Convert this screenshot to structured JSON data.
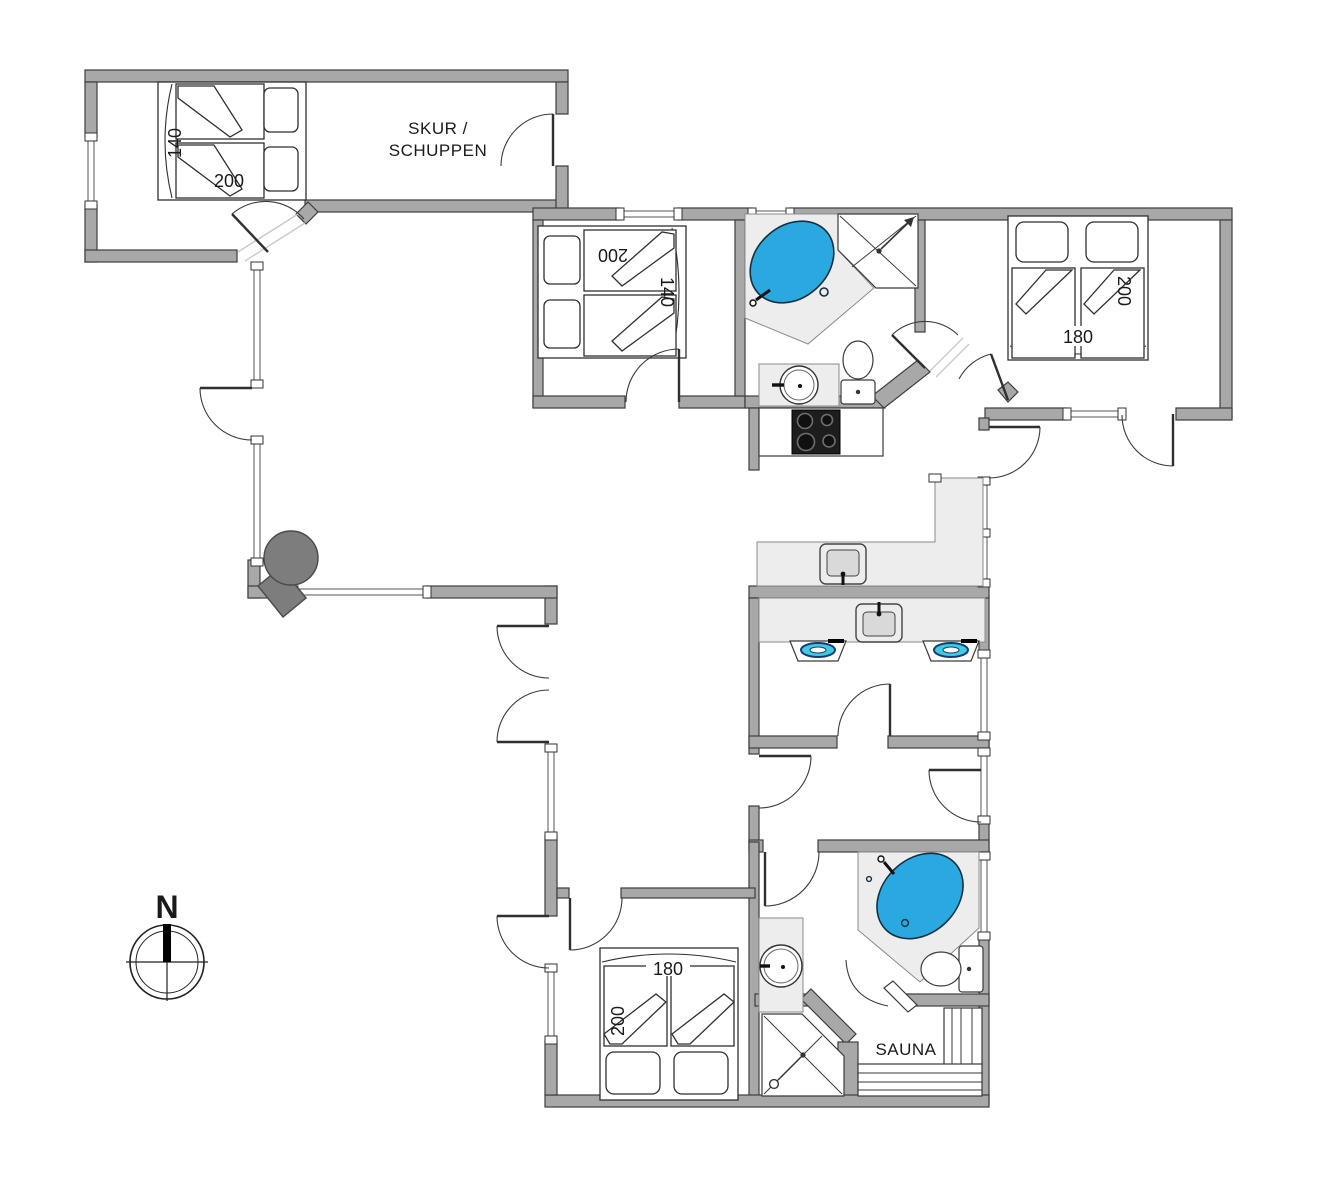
{
  "plan": {
    "compass": {
      "north_label": "N"
    },
    "colors": {
      "wall": "#a8a8a8",
      "wall_outline": "#3d3d3d",
      "fixture_gray": "#ededed",
      "tub_blue": "#2aa9e0",
      "appliance_teal": "#3ecbe0",
      "appliance_ring": "#1b3a74",
      "cooktop_black": "#1d1d1d",
      "wood_stove_gray": "#7d7d7d"
    },
    "rooms": {
      "shed": {
        "label_line1": "SKUR /",
        "label_line2": "SCHUPPEN"
      },
      "sauna": {
        "label": "SAUNA"
      },
      "bedroom_northwest": {
        "bed_width_cm": "140",
        "bed_length_cm": "200"
      },
      "bedroom_north": {
        "bed_length_cm": "200",
        "bed_width_cm": "140"
      },
      "bedroom_east": {
        "bed_length_cm": "200",
        "bed_width_cm": "180"
      },
      "bedroom_south": {
        "bed_width_cm": "180",
        "bed_length_cm": "200"
      }
    }
  }
}
